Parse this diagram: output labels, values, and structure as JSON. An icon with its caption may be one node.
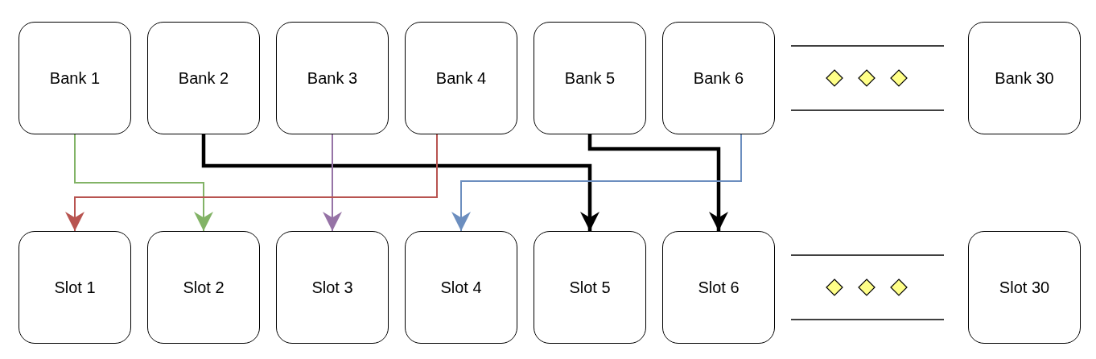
{
  "diagram": {
    "nodes": [
      {
        "text": [
          "Bank 1"
        ]
      },
      {
        "text": [
          "Bank 2"
        ]
      },
      {
        "text": [
          "Bank 3"
        ]
      },
      {
        "text": [
          "Bank 4"
        ]
      },
      {
        "text": [
          "Bank 5"
        ]
      },
      {
        "text": [
          "Bank 6"
        ]
      },
      {
        "text": [
          "Bank 30"
        ]
      },
      {
        "text": [
          "Slot 1"
        ]
      },
      {
        "text": [
          "Slot 2"
        ]
      },
      {
        "text": [
          "Slot 3"
        ]
      },
      {
        "text": [
          "Slot 4"
        ]
      },
      {
        "text": [
          "Slot 5"
        ]
      },
      {
        "text": [
          "Slot 6"
        ]
      },
      {
        "text": [
          "Slot 30"
        ]
      }
    ],
    "edges": [
      {
        "from": 0,
        "to": 8,
        "arrow": "to",
        "color": "#82b366"
      },
      {
        "from": 1,
        "to": 11,
        "arrow": "to",
        "style": "thick",
        "color": "#000000"
      },
      {
        "from": 2,
        "to": 9,
        "arrow": "to",
        "color": "#9673a6"
      },
      {
        "from": 3,
        "to": 7,
        "arrow": "to",
        "color": "#b85450"
      },
      {
        "from": 4,
        "to": 12,
        "arrow": "to",
        "style": "thick",
        "color": "#000000"
      },
      {
        "from": 5,
        "to": 10,
        "arrow": "to",
        "color": "#6c8ebf"
      }
    ]
  }
}
